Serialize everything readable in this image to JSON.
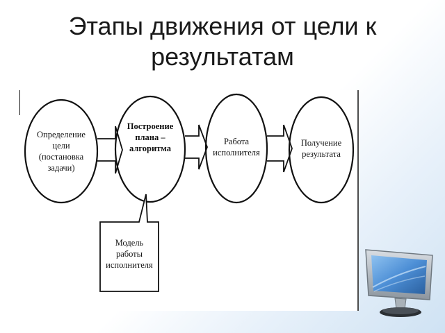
{
  "title": {
    "line1": "Этапы движения от цели к",
    "line2": "результатам"
  },
  "diagram": {
    "nodes": [
      {
        "name": "goal-definition",
        "lines": [
          "Определение",
          "цели",
          "(постановка",
          "задачи)"
        ],
        "bold": false
      },
      {
        "name": "plan-building",
        "lines": [
          "Построение",
          "плана –",
          "алгоритма"
        ],
        "bold": true
      },
      {
        "name": "executor-work",
        "lines": [
          "Работа",
          "исполнителя"
        ],
        "bold": false
      },
      {
        "name": "getting-result",
        "lines": [
          "Получение",
          "результата"
        ],
        "bold": false
      }
    ],
    "callout": {
      "lines": [
        "Модель",
        "работы",
        "исполнителя"
      ]
    }
  },
  "decoration": {
    "monitor_icon": "computer-monitor-icon"
  },
  "colors": {
    "stroke": "#111111",
    "monitor_frame": "#9aa4ad",
    "monitor_screen": "#4d8fd6"
  }
}
